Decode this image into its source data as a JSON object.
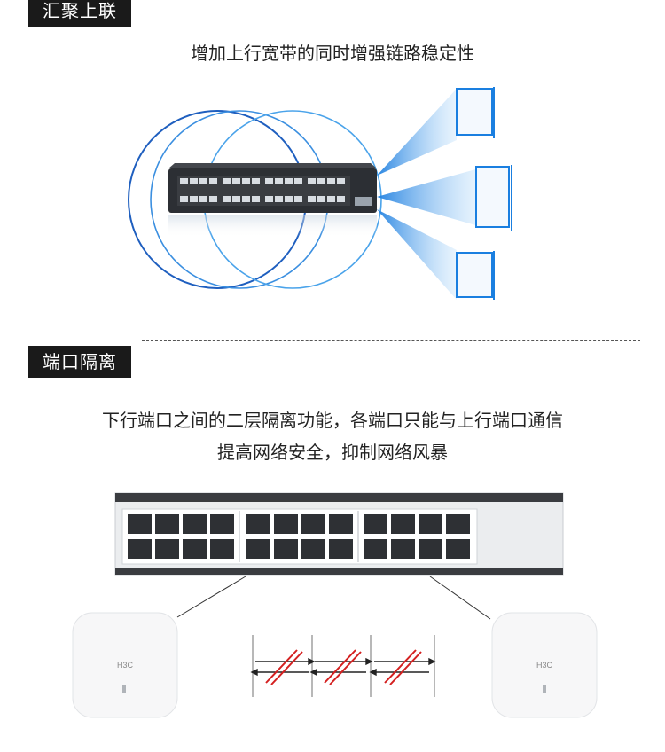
{
  "section1": {
    "tag": "汇聚上联",
    "caption": "增加上行宽带的同时增强链路稳定性"
  },
  "section2": {
    "tag": "端口隔离",
    "caption_line1": "下行端口之间的二层隔离功能，各端口只能与上行端口通信",
    "caption_line2": "提高网络安全，抑制网络风暴"
  },
  "ap_brand": "H3C",
  "colors": {
    "tag_bg": "#1a1a1a",
    "ring_dark": "#1f5fbf",
    "ring_light": "#4aa3ea",
    "beam": "#2b8fe6",
    "laptop": "#1a7fe0",
    "block_arrow": "#d42020"
  }
}
